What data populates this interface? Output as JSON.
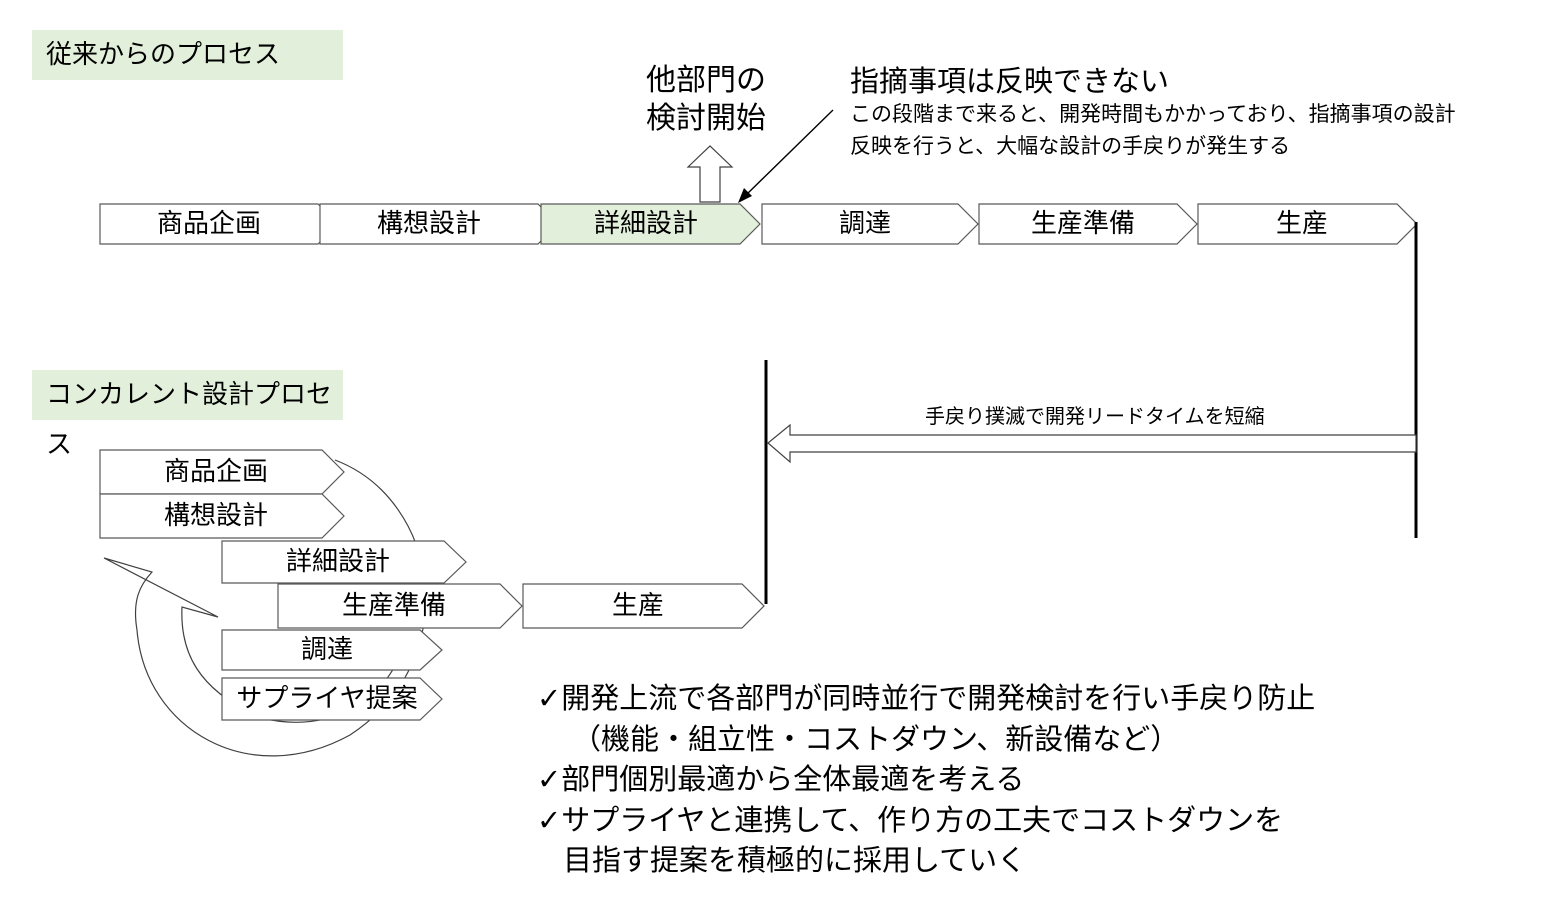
{
  "section_traditional": {
    "title": "従来からのプロセス"
  },
  "section_concurrent": {
    "title": "コンカレント設計プロセス"
  },
  "traditional_steps": [
    "商品企画",
    "構想設計",
    "詳細設計",
    "調達",
    "生産準備",
    "生産"
  ],
  "other_dept": {
    "line1": "他部門の",
    "line2": "検討開始"
  },
  "issue_note": {
    "title": "指摘事項は反映できない",
    "line1": "この段階まで来ると、開発時間もかかっており、指摘事項の設計",
    "line2": "反映を行うと、大幅な設計の手戻りが発生する"
  },
  "concurrent_steps": {
    "planning": "商品企画",
    "concept": "構想設計",
    "detail": "詳細設計",
    "prep": "生産準備",
    "production": "生産",
    "procurement": "調達",
    "supplier": "サプライヤ提案"
  },
  "lead_time_note": "手戻り撲滅で開発リードタイムを短縮",
  "benefits": {
    "item1_line1": "✓開発上流で各部門が同時並行で開発検討を行い手戻り防止",
    "item1_line2": "（機能・組立性・コストダウン、新設備など）",
    "item2": "✓部門個別最適から全体最適を考える",
    "item3_line1": "✓サプライヤと連携して、作り方の工夫でコストダウンを",
    "item3_line2": "目指す提案を積極的に採用していく"
  },
  "colors": {
    "highlight": "#e2efda",
    "stroke": "#595959"
  }
}
